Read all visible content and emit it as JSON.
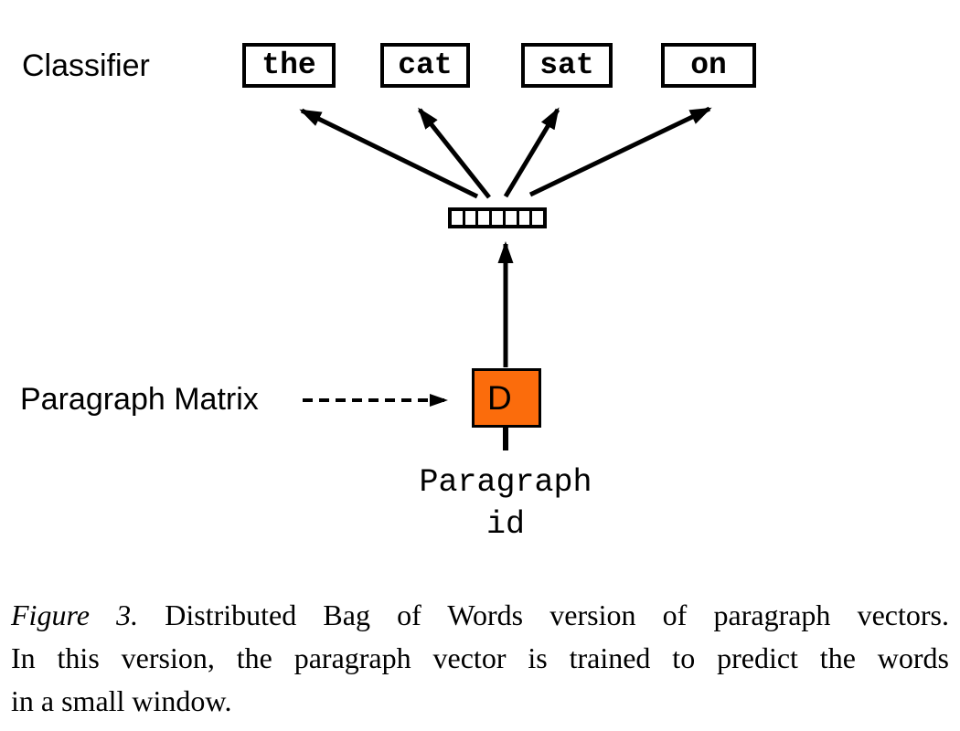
{
  "diagram": {
    "classifier_label": "Classifier",
    "words": [
      "the",
      "cat",
      "sat",
      "on"
    ],
    "vector_cells": 7,
    "d_box_label": "D",
    "paragraph_matrix_label": "Paragraph Matrix",
    "paragraph_id_line1": "Paragraph",
    "paragraph_id_line2": "id",
    "colors": {
      "d_box_fill": "#FB6C0C",
      "stroke": "#000000",
      "background": "#FFFFFF"
    }
  },
  "caption": {
    "figure_label": "Figure 3.",
    "line1_rest": "Distributed Bag of Words version of paragraph vectors.",
    "line2": "In this version, the paragraph vector is trained to predict the words",
    "line3": "in a small window."
  }
}
